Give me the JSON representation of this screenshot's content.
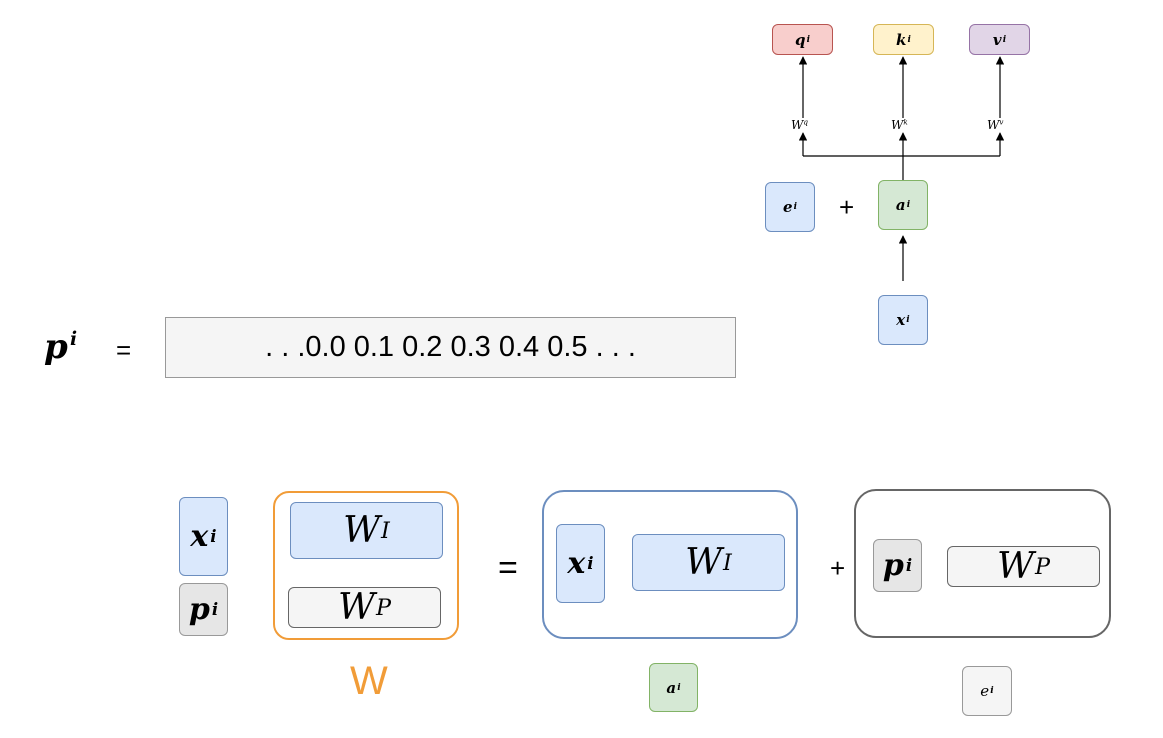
{
  "top_diagram": {
    "q": {
      "base": "q",
      "sup": "i"
    },
    "k": {
      "base": "k",
      "sup": "i"
    },
    "v": {
      "base": "v",
      "sup": "i"
    },
    "wq": {
      "base": "W",
      "sup": "q"
    },
    "wk": {
      "base": "W",
      "sup": "k"
    },
    "wv": {
      "base": "W",
      "sup": "v"
    },
    "e": {
      "base": "e",
      "sup": "i"
    },
    "plus": "+",
    "a": {
      "base": "a",
      "sup": "i"
    },
    "x": {
      "base": "x",
      "sup": "i"
    }
  },
  "onehot": {
    "p": {
      "base": "p",
      "sup": "i"
    },
    "equals": "=",
    "vector": ". . .0.0 0.1 0.2 0.3 0.4 0.5 . . ."
  },
  "bottom": {
    "x": {
      "base": "x",
      "sup": "i"
    },
    "p": {
      "base": "p",
      "sup": "i"
    },
    "wi": {
      "base": "W",
      "sup": "I"
    },
    "wp": {
      "base": "W",
      "sup": "P"
    },
    "w_label": "W",
    "equals": "=",
    "plus": "+",
    "a_label": {
      "base": "a",
      "sup": "i"
    },
    "e_label": {
      "base": "e",
      "sup": "i"
    }
  },
  "colors": {
    "orange": "#f19c38",
    "blue_group": "#6c8ebf",
    "grey_group": "#666666"
  }
}
